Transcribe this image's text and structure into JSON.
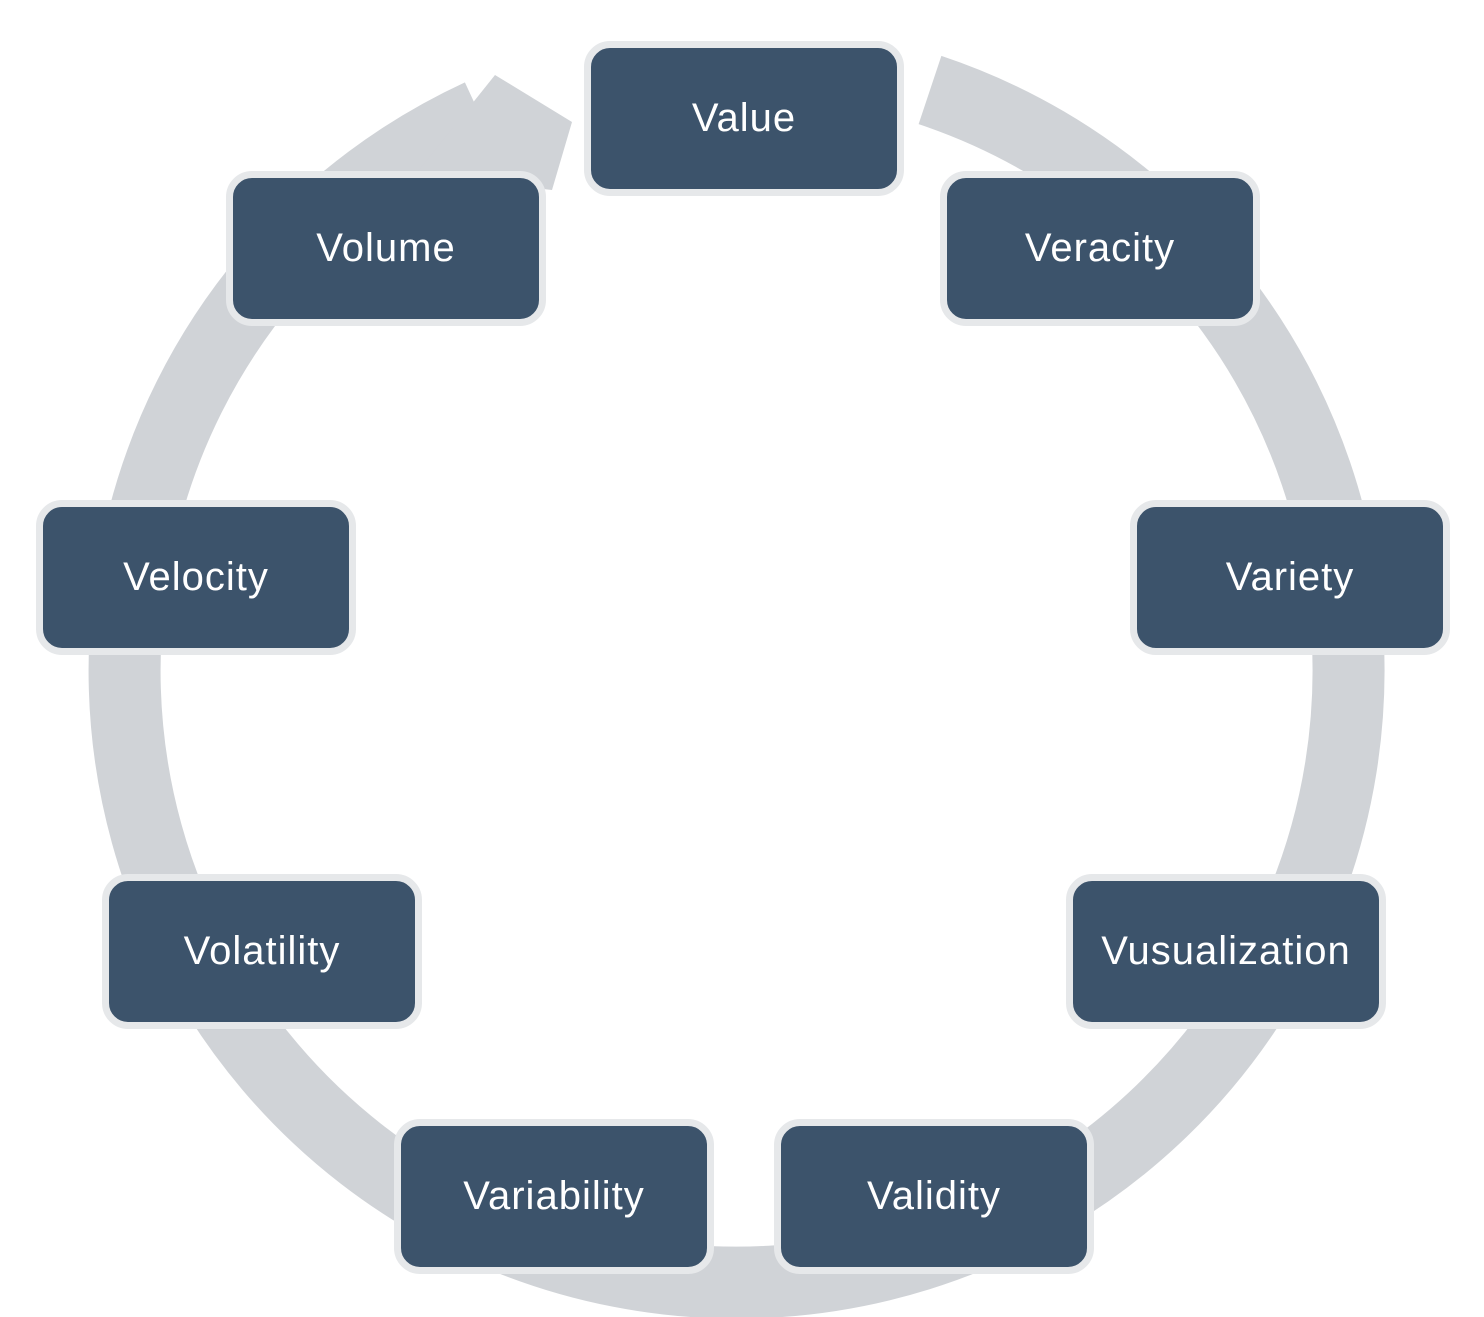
{
  "diagram": {
    "type": "cycle",
    "colors": {
      "node_fill": "#3c536b",
      "node_border": "#e6e8ea",
      "node_text": "#ffffff",
      "ring": "#d0d3d7"
    },
    "nodes": [
      {
        "label": "Value"
      },
      {
        "label": "Veracity"
      },
      {
        "label": "Variety"
      },
      {
        "label": "Vusualization"
      },
      {
        "label": "Validity"
      },
      {
        "label": "Variability"
      },
      {
        "label": "Volatility"
      },
      {
        "label": "Velocity"
      },
      {
        "label": "Volume"
      }
    ]
  }
}
